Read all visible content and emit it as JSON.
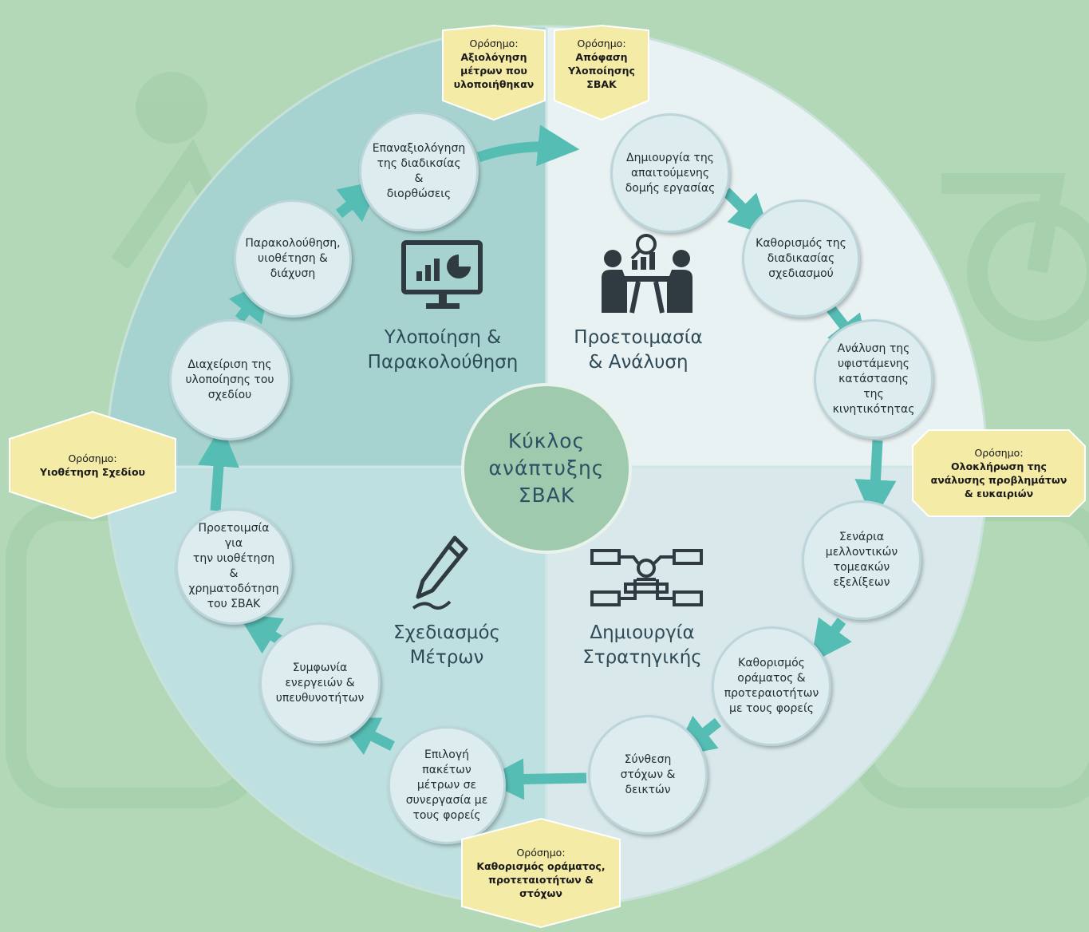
{
  "center_title": "Κύκλος\nανάπτυξης\nΣΒΑΚ",
  "quadrants": {
    "top_left": "Υλοποίηση &\nΠαρακολούθηση",
    "top_right": "Προετοιμασία\n& Ανάλυση",
    "bottom_left": "Σχεδιασμός\nΜέτρων",
    "bottom_right": "Δημιουργία\nΣτρατηγικής"
  },
  "steps": [
    "Δημιουργία της\nαπαιτούμενης\nδομής εργασίας",
    "Καθορισμός της\nδιαδικασίας\nσχεδιασμού",
    "Ανάλυση της\nυφιστάμενης\nκατάστασης της\nκινητικότητας",
    "Σενάρια\nμελλοντικών\nτομεακών\nεξελίξεων",
    "Καθορισμός\noράματος &\nπροτεραιοτήτων\nμε τους φορείς",
    "Σύνθεση\nστόχων &\nδεικτών",
    "Επιλογή\nπακέτων\nμέτρων σε\nσυνεργασία με\nτους φορείς",
    "Συμφωνία\nενεργειών &\nυπευθυνοτήτων",
    "Προετοιμσία για\nτην υιοθέτηση &\nχρηματοδότηση\nτου  ΣΒΑΚ",
    "Διαχείριση της\nυλοποίησης του\nσχεδίου",
    "Παρακολούθηση,\nυιοθέτηση &\nδιάχυση",
    "Επαναξιολόγηση\nτης διαδικσίας &\nδιορθώσεις"
  ],
  "milestones": [
    {
      "label": "Ορόσημο:",
      "value": "Αξιολόγηση\nμέτρων που\nυλοποιήθηκαν"
    },
    {
      "label": "Ορόσημο:",
      "value": "Απόφαση\nΥλοποίησης\nΣΒΑΚ"
    },
    {
      "label": "Ορόσημο:",
      "value": "Ολοκλήρωση της\nανάλυσης προβλημάτων\n& ευκαιριών"
    },
    {
      "label": "Ορόσημο:",
      "value": "Καθορισμός οράματος,\nπροτεταιοτήτων &\nστόχων"
    },
    {
      "label": "Ορόσημο:",
      "value": "Υιοθέτηση Σχεδίου"
    }
  ],
  "icons": {
    "top_left": "monitor-chart-icon",
    "top_right": "meeting-analysis-icon",
    "bottom_left": "pencil-icon",
    "bottom_right": "strategy-network-icon"
  },
  "colors": {
    "background": "#b3d8b8",
    "quadrant_top_left": "#a6d3d0",
    "quadrant_top_right": "#e9f2f3",
    "quadrant_bottom_left": "#bfe0e0",
    "quadrant_bottom_right": "#d9e9eb",
    "arrow": "#56bdb4",
    "milestone": "#f3eba6",
    "center": "#9fcaae"
  }
}
